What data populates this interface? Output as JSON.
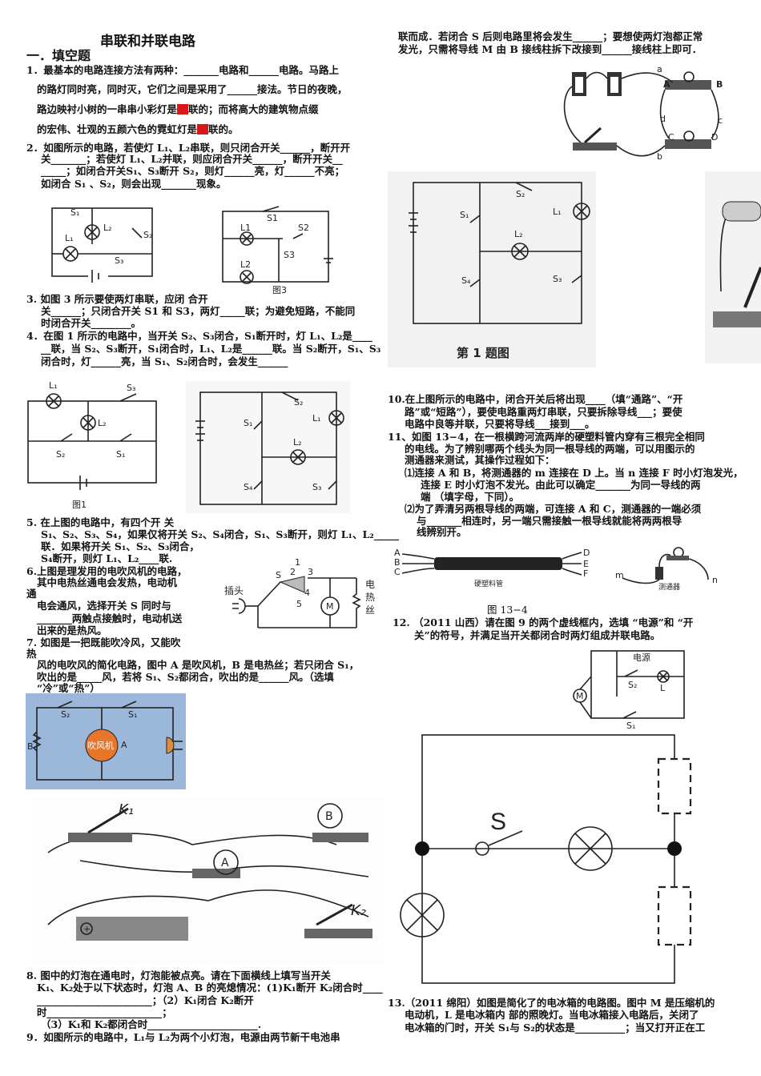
{
  "title": "串联和并联电路",
  "section": "一．填空题",
  "left": [
    "1．最基本的电路连接方法有两种：_______电路和______电路。马路上",
    "的路灯同时亮，同时灭，它们之间是采用了______接法。节日的夜晚，",
    "路边映衬小树的一串串小彩灯是",
    "联的；而将高大的建筑物点缀",
    "的宏伟、壮观的五颜六色的霓虹灯是",
    "联的。",
    "2．如图所示的电路，若使灯 L₁、L₂串联，则只闭合开关______，断开开",
    "关_______；若使灯 L₁、L₂并联，则应闭合开关______，断开开关__",
    "_____；如闭合开关S₁、S₃断开 S₂，则灯______亮，灯______不亮；",
    "如闭合 S₁ 、S₂，则会出现_______现象。",
    "3. 如图 3 所示要使两灯串联，应闭                                    合开",
    "关______；只闭合开关 S1 和 S3，两灯_____联；为避免短路，不能同",
    "时闭合开关________。",
    "4．在图 1 所示的电路中，当开关 S₂、S₃闭合，S₁断开时，灯 L₁、L₂是____",
    "__联，当 S₂、S₃断开，S₁闭合时，L₁、L₂是______联。当 S₂断开，S₁、S₃",
    "闭合时，灯______亮，当 S₁、S₂闭合时，会发生______",
    "5. 在上图的电路中，有四个开                                                关",
    "S₁、S₂、S₃、S₄，如果仅将开关 S₂、S₄闭合，S₁、S₃断开，则灯 L₁、L₂_____",
    "联．如果将开关 S₁、S₂、S₃闭合，",
    "S₄断开，则灯 L₁、L₂____联.",
    "6.上图是理发用的电吹风机的电路，",
    "其中电热丝通电会发热，电动机",
    "通",
    "电会通风，选择开关 S 同时与",
    "_______两触点接触时，电动机送",
    "出来的是热风。",
    "7. 如图是一把既能吹冷风，又能吹",
    "热",
    "风的电吹风的简化电路，图中 A 是吹风机，B 是电热丝；若只闭合 S₁，",
    "吹出的是_____风，若将 S₁、S₂都闭合，吹出的是______风。（选填",
    "“冷”或“热”）",
    "8. 图中的灯泡在通电时，灯泡能被点亮。请在下面横线上填写当开关",
    "K₁、K₂处于以下状态时，灯泡 A、B 的亮熄情况：(1)K₁断开 K₂闭合时____",
    "_______________________；（2）K₁闭合 K₂断开",
    "时_______________________；",
    "（3）K₁和 K₂都闭合时______________________.",
    "9．如图所示的电路中，L₁与 L₂为两个小灯泡，电源由两节新干电池串"
  ],
  "right": [
    "联而成．若闭合 S 后则电路里将会发生______；要想使两灯泡都正常",
    "发光，只需将导线 M 由 B 接线柱拆下改接到______接线柱上即可．",
    "10.在上图所示的电路中，闭合开关后将出现____（填“通路”、“开",
    "路”或“短路”），要使电路重两灯串联，只要拆除导线___；要使",
    "电路中良等并联，只要将导线___接到___。",
    "11、如图 13−4，在一根横跨河流两岸的硬塑料管内穿有三根完全相同",
    "的电线。为了辨别哪两个线头为同一根导线的两端，可以用图示的",
    "测通器来测试，其操作过程如下：",
    "⑴连接 A 和 B，将测通器的 m 连接在 D 上。当 n 连接 F 时小灯泡发光，",
    "连接 E 时小灯泡不发光。由此可以确定_______为同一导线的两",
    "端 （填字母，下同）。",
    "⑵为了弄清另两根导线的两端，可连接 A 和 C，测通器的一端必须",
    "与_______相连时，另一端只需接触一根导线就能将两两根导",
    "线辨别开。",
    "图 13−4",
    "12.  （2011 山西）请在图 9 的两个虚线框内，选填 “电源”和 “开",
    "关”的符号，并满足当开关都闭合时两灯组成并联电路。",
    "13.（2011 绵阳）如图是简化了的电冰箱的电路图。图中 M 是压缩机的",
    "电动机，L 是电冰箱内  部的照晚灯。当电冰箱接入电路后，关闭了",
    "电冰箱的门时，开关 S₁与 S₂的状态是__________；当又打开正在工"
  ],
  "labels": {
    "fig3": "图3",
    "fig1": "图1",
    "q1fig": "第 1 题图",
    "plug": "插头",
    "heater": [
      "电",
      "热",
      "丝"
    ],
    "blower": "吹风机",
    "power": "电源",
    "pipe": "硬塑料管",
    "tester": "测通器"
  }
}
